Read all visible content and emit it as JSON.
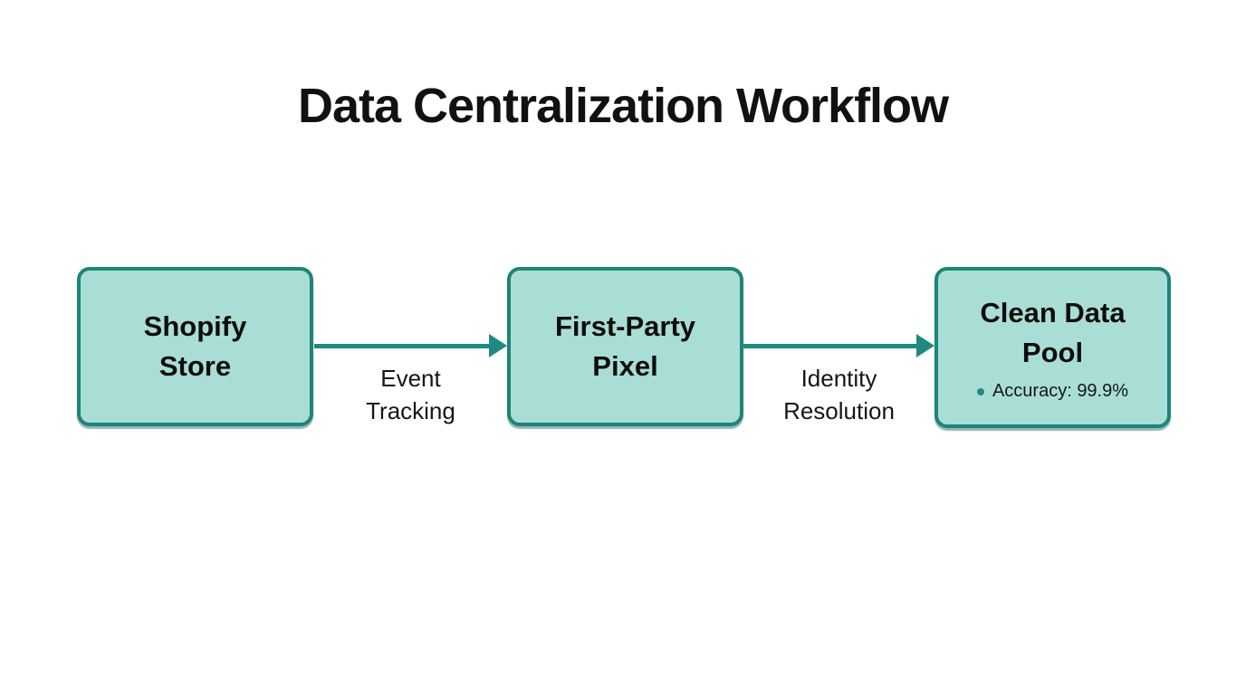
{
  "title": "Data Centralization Workflow",
  "colors": {
    "node_fill": "#a9ded6",
    "node_border": "#1e8478",
    "arrow": "#1f8a7f",
    "bullet": "#1f8a7f",
    "title_text": "#111111",
    "body_text": "#161616"
  },
  "nodes": [
    {
      "id": "shopify-store",
      "lines": [
        "Shopify",
        "Store"
      ]
    },
    {
      "id": "first-party-pixel",
      "lines": [
        "First-Party",
        "Pixel"
      ]
    },
    {
      "id": "clean-data-pool",
      "lines": [
        "Clean Data",
        "Pool"
      ],
      "metric": "Accuracy: 99.9%"
    }
  ],
  "arrows": [
    {
      "from": "shopify-store",
      "to": "first-party-pixel",
      "label_lines": [
        "Event",
        "Tracking"
      ]
    },
    {
      "from": "first-party-pixel",
      "to": "clean-data-pool",
      "label_lines": [
        "Identity",
        "Resolution"
      ]
    }
  ]
}
